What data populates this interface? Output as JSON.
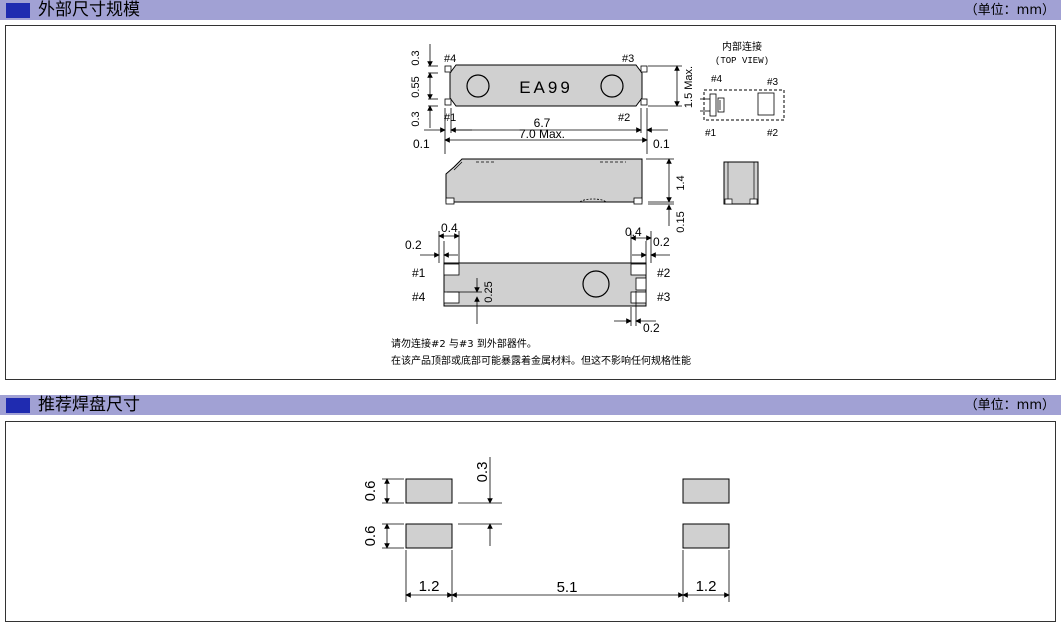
{
  "section1": {
    "title": "外部尺寸规模",
    "unit": "（单位：mm）"
  },
  "section2": {
    "title": "推荐焊盘尺寸",
    "unit": "（单位：mm）"
  },
  "top_view": {
    "marking": "EA99",
    "pin4": "#4",
    "pin3": "#3",
    "pin1": "#1",
    "pin2": "#2",
    "dim_03_top": "0.3",
    "dim_055": "0.55",
    "dim_03_bottom": "0.3",
    "dim_15max": "1.5 Max.",
    "dim_67": "6.7",
    "dim_70max": "7.0  Max.",
    "dim_01_left": "0.1",
    "dim_01_right": "0.1"
  },
  "internal": {
    "title": "内部连接",
    "subtitle": "(TOP VIEW)",
    "pin4": "#4",
    "pin3": "#3",
    "pin1": "#1",
    "pin2": "#2"
  },
  "side_view": {
    "dim_14": "1.4",
    "dim_015": "0.15"
  },
  "bottom_view": {
    "dim_04_left": "0.4",
    "dim_02_left": "0.2",
    "dim_04_right": "0.4",
    "dim_02_right": "0.2",
    "pin1": "#1",
    "pin4": "#4",
    "pin2": "#2",
    "pin3": "#3",
    "dim_025": "0.25",
    "dim_02_bottom": "0.2"
  },
  "notes": [
    "请勿连接#2 与#3 到外部器件。",
    "在该产品顶部或底部可能暴露着金属材料。但这不影响任何规格性能"
  ],
  "land": {
    "dim_06_a": "0.6",
    "dim_06_b": "0.6",
    "dim_03": "0.3",
    "dim_12_left": "1.2",
    "dim_51": "5.1",
    "dim_12_right": "1.2"
  }
}
